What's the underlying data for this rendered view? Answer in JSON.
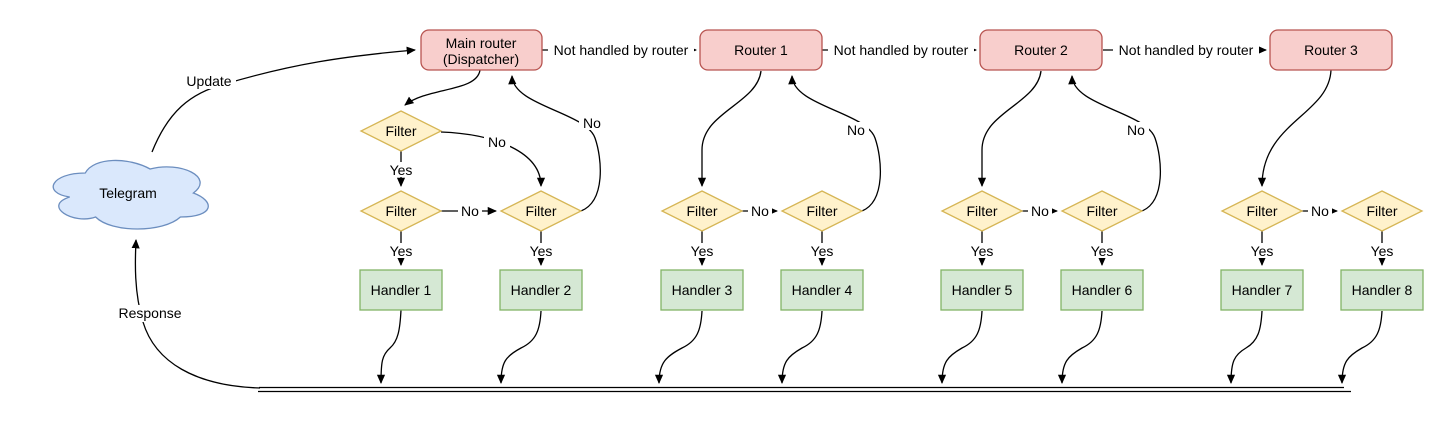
{
  "colors": {
    "router_fill": "#f8cecc",
    "router_stroke": "#b85450",
    "filter_fill": "#fff2cc",
    "filter_stroke": "#d6b656",
    "handler_fill": "#d5e8d4",
    "handler_stroke": "#82b366",
    "cloud_fill": "#dae8fc",
    "cloud_stroke": "#6c8ebf",
    "edge": "#000000"
  },
  "nodes": {
    "cloud_label": "Telegram",
    "main_router": {
      "line1": "Main router",
      "line2": "(Dispatcher)"
    },
    "routers": [
      "Router 1",
      "Router 2",
      "Router 3"
    ],
    "filter_label": "Filter",
    "handlers": [
      "Handler 1",
      "Handler 2",
      "Handler 3",
      "Handler 4",
      "Handler 5",
      "Handler 6",
      "Handler 7",
      "Handler 8"
    ]
  },
  "edge_labels": {
    "update": "Update",
    "response": "Response",
    "not_handled": "Not handled by router",
    "yes": "Yes",
    "no": "No"
  }
}
